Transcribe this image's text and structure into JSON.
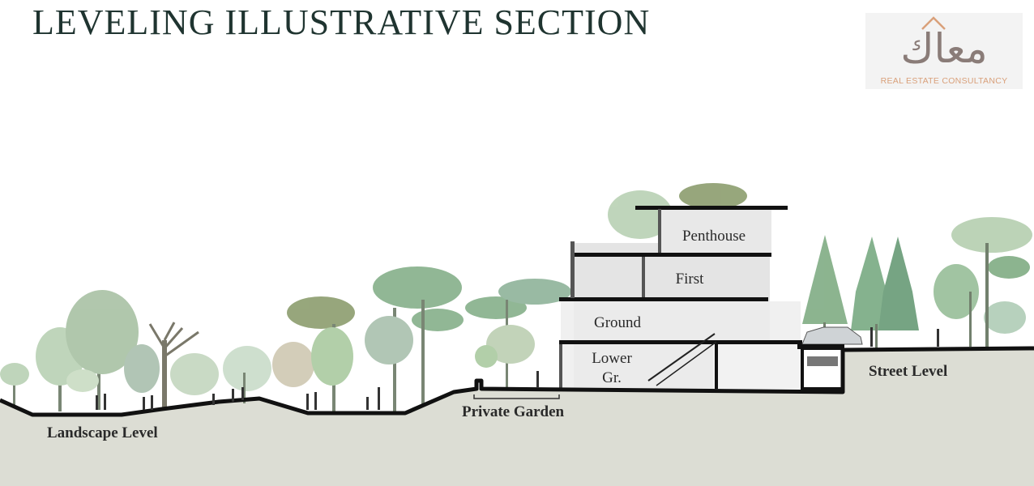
{
  "header": {
    "title": "LEVELING ILLUSTRATIVE SECTION"
  },
  "logo": {
    "mark": "معاك",
    "subtitle": "REAL ESTATE CONSULTANCY"
  },
  "levels": {
    "landscape": "Landscape Level",
    "garden": "Private Garden",
    "street": "Street Level"
  },
  "floors": {
    "penthouse": "Penthouse",
    "first": "First",
    "ground": "Ground",
    "lower_line1": "Lower",
    "lower_line2": "Gr."
  },
  "colors": {
    "soil": "#dcddd4",
    "line": "#111111",
    "foliage_light": "#b9d1b4",
    "foliage_mid": "#86b08a",
    "foliage_dark": "#5c8c66",
    "building": "#e4e4e4"
  }
}
